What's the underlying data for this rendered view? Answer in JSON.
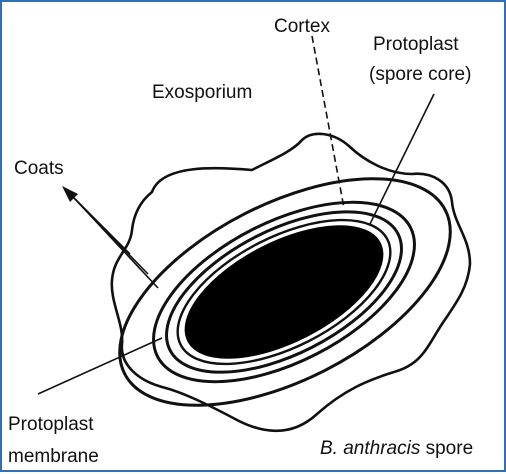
{
  "labels": {
    "cortex": "Cortex",
    "protoplast_line1": "Protoplast",
    "protoplast_line2": "(spore core)",
    "exosporium": "Exosporium",
    "coats": "Coats",
    "membrane_line1": "Protoplast",
    "membrane_line2": "membrane"
  },
  "caption": {
    "species": "B. anthracis",
    "suffix": " spore"
  },
  "colors": {
    "frame": "#2f6fb5",
    "ink": "#111111",
    "core_fill": "#000000"
  }
}
